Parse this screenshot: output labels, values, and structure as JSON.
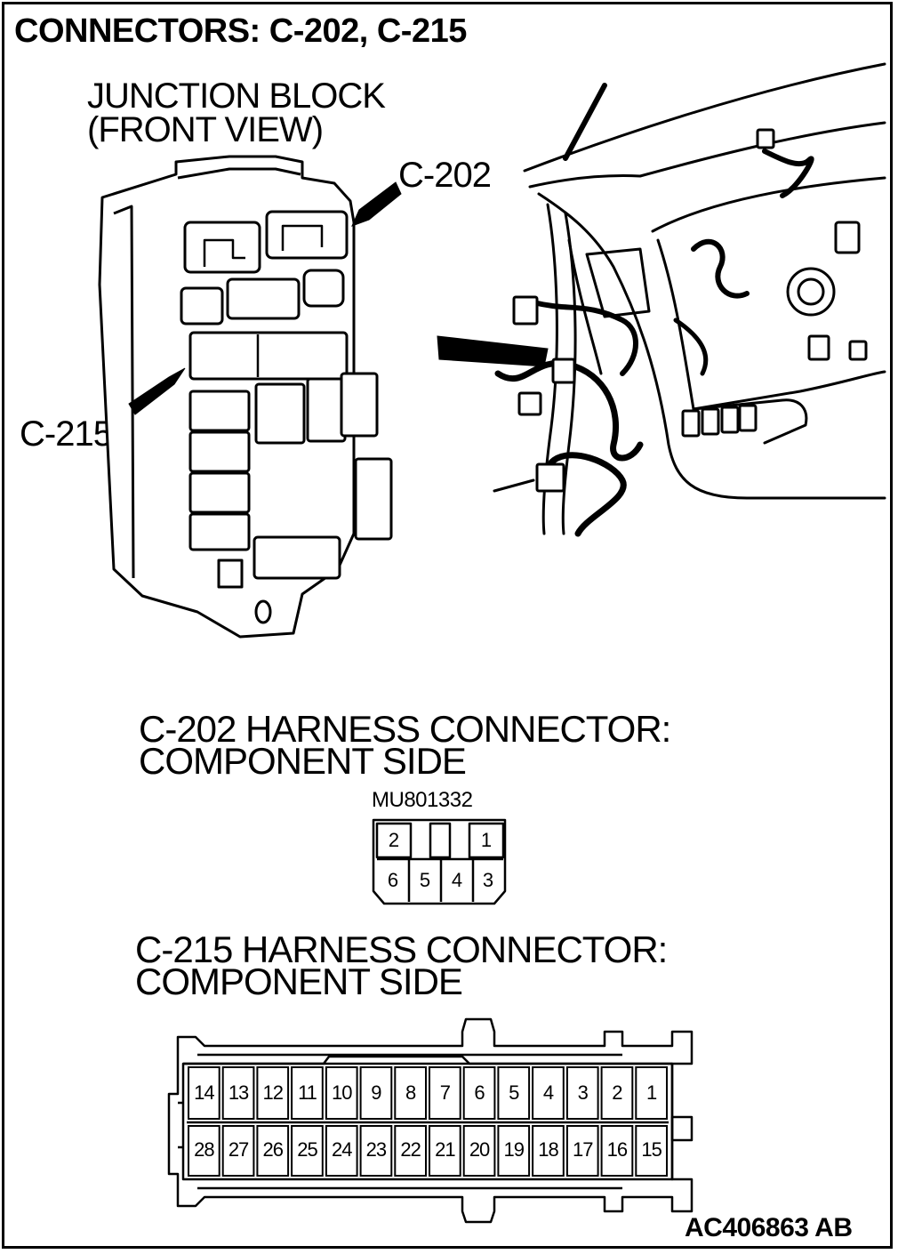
{
  "title": "CONNECTORS: C-202, C-215",
  "junction_block": {
    "line1": "JUNCTION BLOCK",
    "line2": "(FRONT VIEW)"
  },
  "callouts": {
    "c202": "C-202",
    "c215": "C-215"
  },
  "c202_harness": {
    "heading_line1": "C-202 HARNESS CONNECTOR:",
    "heading_line2": "COMPONENT SIDE",
    "part_number": "MU801332",
    "pins_top": [
      "2",
      "",
      "1"
    ],
    "pins_bottom": [
      "6",
      "5",
      "4",
      "3"
    ]
  },
  "c215_harness": {
    "heading_line1": "C-215 HARNESS CONNECTOR:",
    "heading_line2": "COMPONENT SIDE",
    "pins_top": [
      "14",
      "13",
      "12",
      "11",
      "10",
      "9",
      "8",
      "7",
      "6",
      "5",
      "4",
      "3",
      "2",
      "1"
    ],
    "pins_bottom": [
      "28",
      "27",
      "26",
      "25",
      "24",
      "23",
      "22",
      "21",
      "20",
      "19",
      "18",
      "17",
      "16",
      "15"
    ]
  },
  "figure_ref": "AC406863 AB"
}
